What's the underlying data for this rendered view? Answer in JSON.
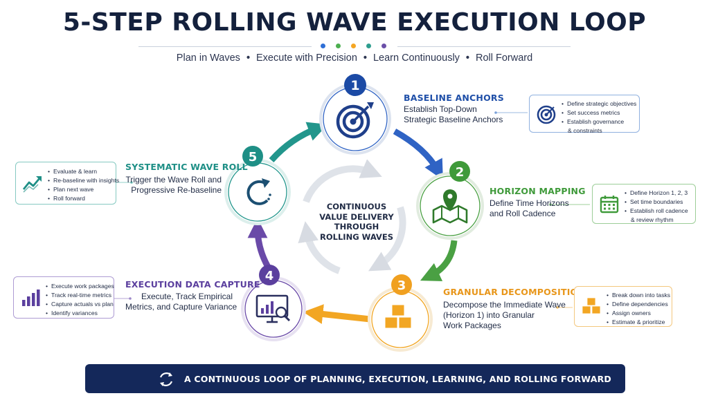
{
  "header": {
    "title": "5-STEP ROLLING WAVE EXECUTION LOOP",
    "subtitle_items": [
      "Plan in Waves",
      "Execute with Precision",
      "Learn Continuously",
      "Roll Forward"
    ],
    "separator": "•",
    "dot_colors": [
      "#2f6fd6",
      "#4caf50",
      "#f5a623",
      "#2e9e8f",
      "#6b4fa8"
    ]
  },
  "center": {
    "text": "CONTINUOUS VALUE DELIVERY THROUGH ROLLING WAVES",
    "lines": [
      "CONTINUOUS",
      "VALUE DELIVERY",
      "THROUGH",
      "ROLLING WAVES"
    ]
  },
  "steps": [
    {
      "number": "1",
      "title": "BASELINE ANCHORS",
      "desc_lines": [
        "Establish Top-Down",
        "Strategic Baseline Anchors"
      ],
      "color": "#1f4fa8",
      "icon": "target-icon",
      "card_items": [
        "Define strategic objectives",
        "Set success metrics",
        "Establish governance",
        "& constraints"
      ],
      "card_icon": "target-icon"
    },
    {
      "number": "2",
      "title": "HORIZON MAPPING",
      "desc_lines": [
        "Define Time Horizons",
        "and Roll Cadence"
      ],
      "color": "#3f9a3a",
      "icon": "map-pin-icon",
      "card_items": [
        "Define Horizon 1, 2, 3",
        "Set time boundaries",
        "Establish roll cadence",
        "& review rhythm"
      ],
      "card_icon": "calendar-icon"
    },
    {
      "number": "3",
      "title": "GRANULAR DECOMPOSITION",
      "desc_lines": [
        "Decompose the Immediate Wave",
        "(Horizon 1) into Granular",
        "Work Packages"
      ],
      "color": "#f0a020",
      "icon": "cubes-icon",
      "card_items": [
        "Break down into tasks",
        "Define dependencies",
        "Assign owners",
        "Estimate & prioritize"
      ],
      "card_icon": "cubes-icon"
    },
    {
      "number": "4",
      "title": "EXECUTION DATA CAPTURE",
      "desc_lines": [
        "Execute, Track Empirical",
        "Metrics, and Capture Variance"
      ],
      "color": "#5b3f9e",
      "icon": "monitor-analytics-icon",
      "card_items": [
        "Execute work packages",
        "Track real-time metrics",
        "Capture actuals vs plan",
        "Identify variances"
      ],
      "card_icon": "bar-chart-icon"
    },
    {
      "number": "5",
      "title": "SYSTEMATIC WAVE ROLL",
      "desc_lines": [
        "Trigger the Wave Roll and",
        "Progressive Re-baseline"
      ],
      "color": "#1e8f86",
      "icon": "refresh-icon",
      "card_items": [
        "Evaluate & learn",
        "Re-baseline with insights",
        "Plan next wave",
        "Roll forward"
      ],
      "card_icon": "trend-up-icon"
    }
  ],
  "banner": {
    "text": "A CONTINUOUS LOOP OF PLANNING, EXECUTION, LEARNING, AND ROLLING FORWARD",
    "icon": "cycle-icon"
  }
}
